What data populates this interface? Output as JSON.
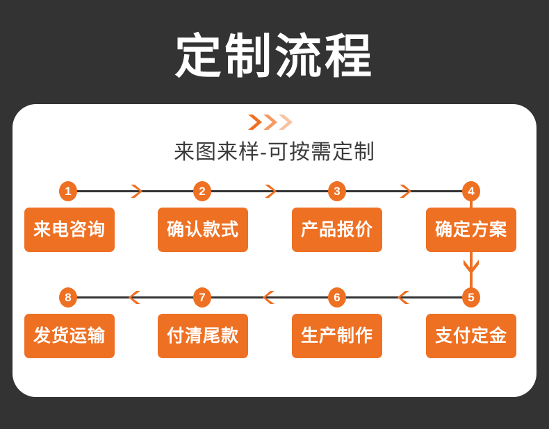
{
  "page": {
    "title": "定制流程",
    "subtitle": "来图来样-可按需定制",
    "background_color": "#333333",
    "card_color": "#ffffff",
    "accent_color": "#EE7023",
    "title_color": "#ffffff"
  },
  "decoration": {
    "chevron_trio_name": "triple-chevron-right-icon",
    "chevron_colors": [
      "#EE7023",
      "#F49A62",
      "#F8C3A1"
    ]
  },
  "flow": {
    "rows": [
      {
        "id": "row-top",
        "direction": "left-to-right",
        "steps": [
          {
            "number": "1",
            "label": "来电咨询"
          },
          {
            "number": "2",
            "label": "确认款式"
          },
          {
            "number": "3",
            "label": "产品报价"
          },
          {
            "number": "4",
            "label": "确定方案"
          }
        ]
      },
      {
        "id": "row-bottom",
        "direction": "right-to-left",
        "steps": [
          {
            "number": "8",
            "label": "发货运输"
          },
          {
            "number": "7",
            "label": "付清尾款"
          },
          {
            "number": "6",
            "label": "生产制作"
          },
          {
            "number": "5",
            "label": "支付定金"
          }
        ]
      }
    ],
    "vertical_connector": {
      "from": "确定方案",
      "to": "支付定金",
      "arrow_name": "chevron-down-icon"
    }
  }
}
